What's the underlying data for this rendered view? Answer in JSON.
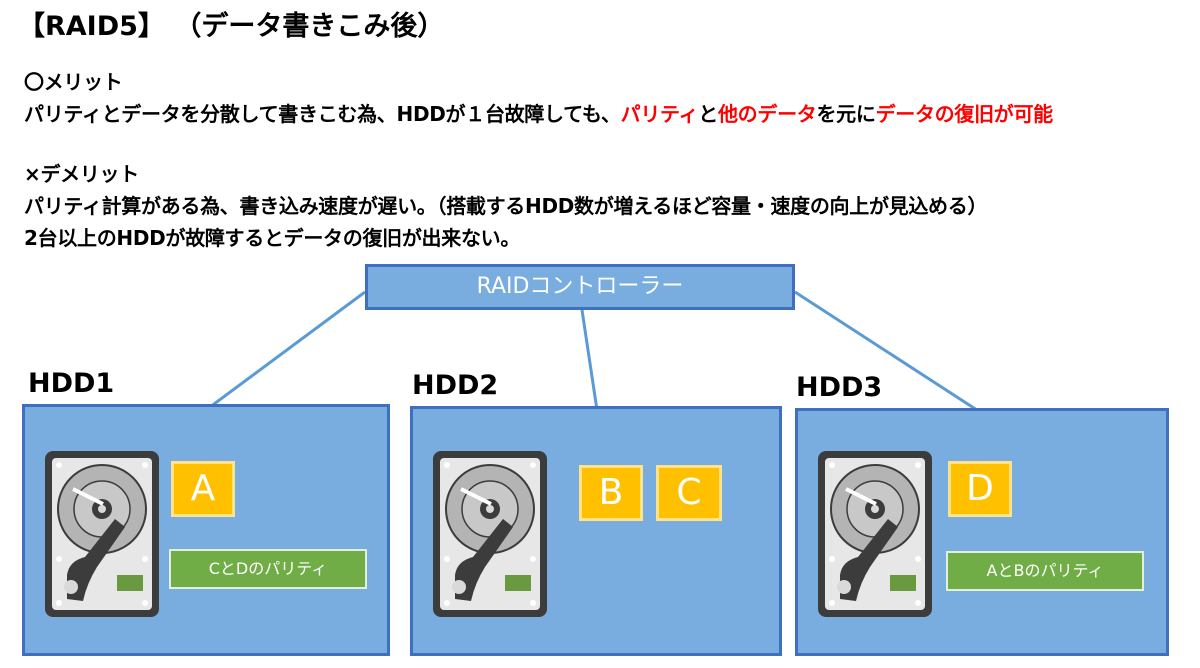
{
  "title": "【RAID5】 （データ書きこみ後）",
  "merit": {
    "heading": "〇メリット",
    "text_parts": [
      {
        "text": "パリティとデータを分散して書きこむ為、HDDが１台故障しても、",
        "highlight": false
      },
      {
        "text": "パリティ",
        "highlight": true
      },
      {
        "text": "と",
        "highlight": false
      },
      {
        "text": "他のデータ",
        "highlight": true
      },
      {
        "text": "を元に",
        "highlight": false
      },
      {
        "text": "データの復旧が可能",
        "highlight": true
      }
    ]
  },
  "demerit": {
    "heading": "×デメリット",
    "line1": "パリティ計算がある為、書き込み速度が遅い。（搭載するHDD数が増えるほど容量・速度の向上が見込める）",
    "line2": "2台以上のHDDが故障するとデータの復旧が出来ない。"
  },
  "controller": {
    "label": "RAIDコントローラー"
  },
  "hdds": [
    {
      "label": "HDD1",
      "blocks": [
        "A"
      ],
      "parity": "CとDのパリティ"
    },
    {
      "label": "HDD2",
      "blocks": [
        "B",
        "C"
      ],
      "parity": ""
    },
    {
      "label": "HDD3",
      "blocks": [
        "D"
      ],
      "parity": "AとBのパリティ"
    }
  ],
  "colors": {
    "highlight": "#ff0000",
    "box_fill": "#7aaddf",
    "box_border": "#3f6fbf",
    "data_block": "#ffc000",
    "parity_block": "#70ad47"
  },
  "icons": [
    "hard-disk-drive-icon"
  ]
}
